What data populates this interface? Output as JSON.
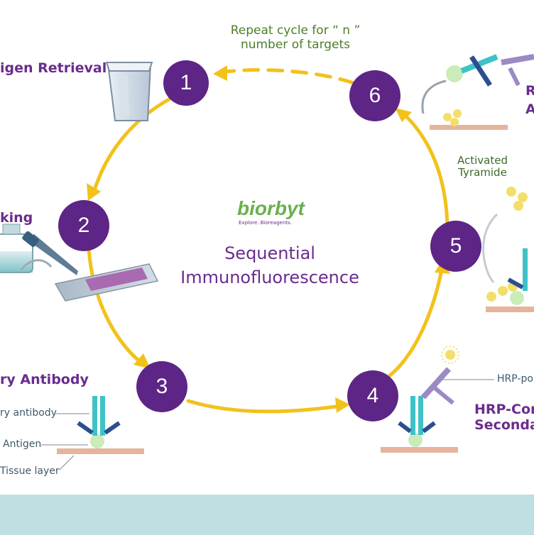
{
  "logo": {
    "name": "biorbyt",
    "tagline": "Explore. Bioreagents."
  },
  "title": {
    "line1": "Sequential",
    "line2": "Immunofluorescence"
  },
  "cycle_note": {
    "line1": "Repeat cycle for “ n ”",
    "line2": "number of targets"
  },
  "steps": [
    {
      "number": "1",
      "label": "igen Retrieval"
    },
    {
      "number": "2",
      "label": "king"
    },
    {
      "number": "3",
      "label": "ry Antibody"
    },
    {
      "number": "4",
      "label_line1": "HRP-Con",
      "label_line2": "Seconda"
    },
    {
      "number": "5",
      "note_line1": "Activated",
      "note_line2": "Tyramide"
    },
    {
      "number": "6",
      "label_line1": "R",
      "label_line2": "A"
    }
  ],
  "annotations": {
    "primary_antibody": "ry antibody",
    "antigen": "Antigen",
    "tissue_layer": "Tissue layer",
    "hrp_polymer": "HRP-po"
  },
  "colors": {
    "step_circle": "#5d2585",
    "arrow": "#f2c21b",
    "label_purple": "#6a2c8e",
    "note_green": "#4b7f2a",
    "logo_green": "#6ab04c",
    "footer": "#bfe0e2",
    "tissue": "#e6b49c",
    "antibody_teal": "#3fc2c7",
    "antibody_blue": "#2a4f8f",
    "secondary_purple": "#9b8ac4",
    "antigen_green": "#c9ecb8",
    "tyramide_yellow": "#f4de6a"
  }
}
